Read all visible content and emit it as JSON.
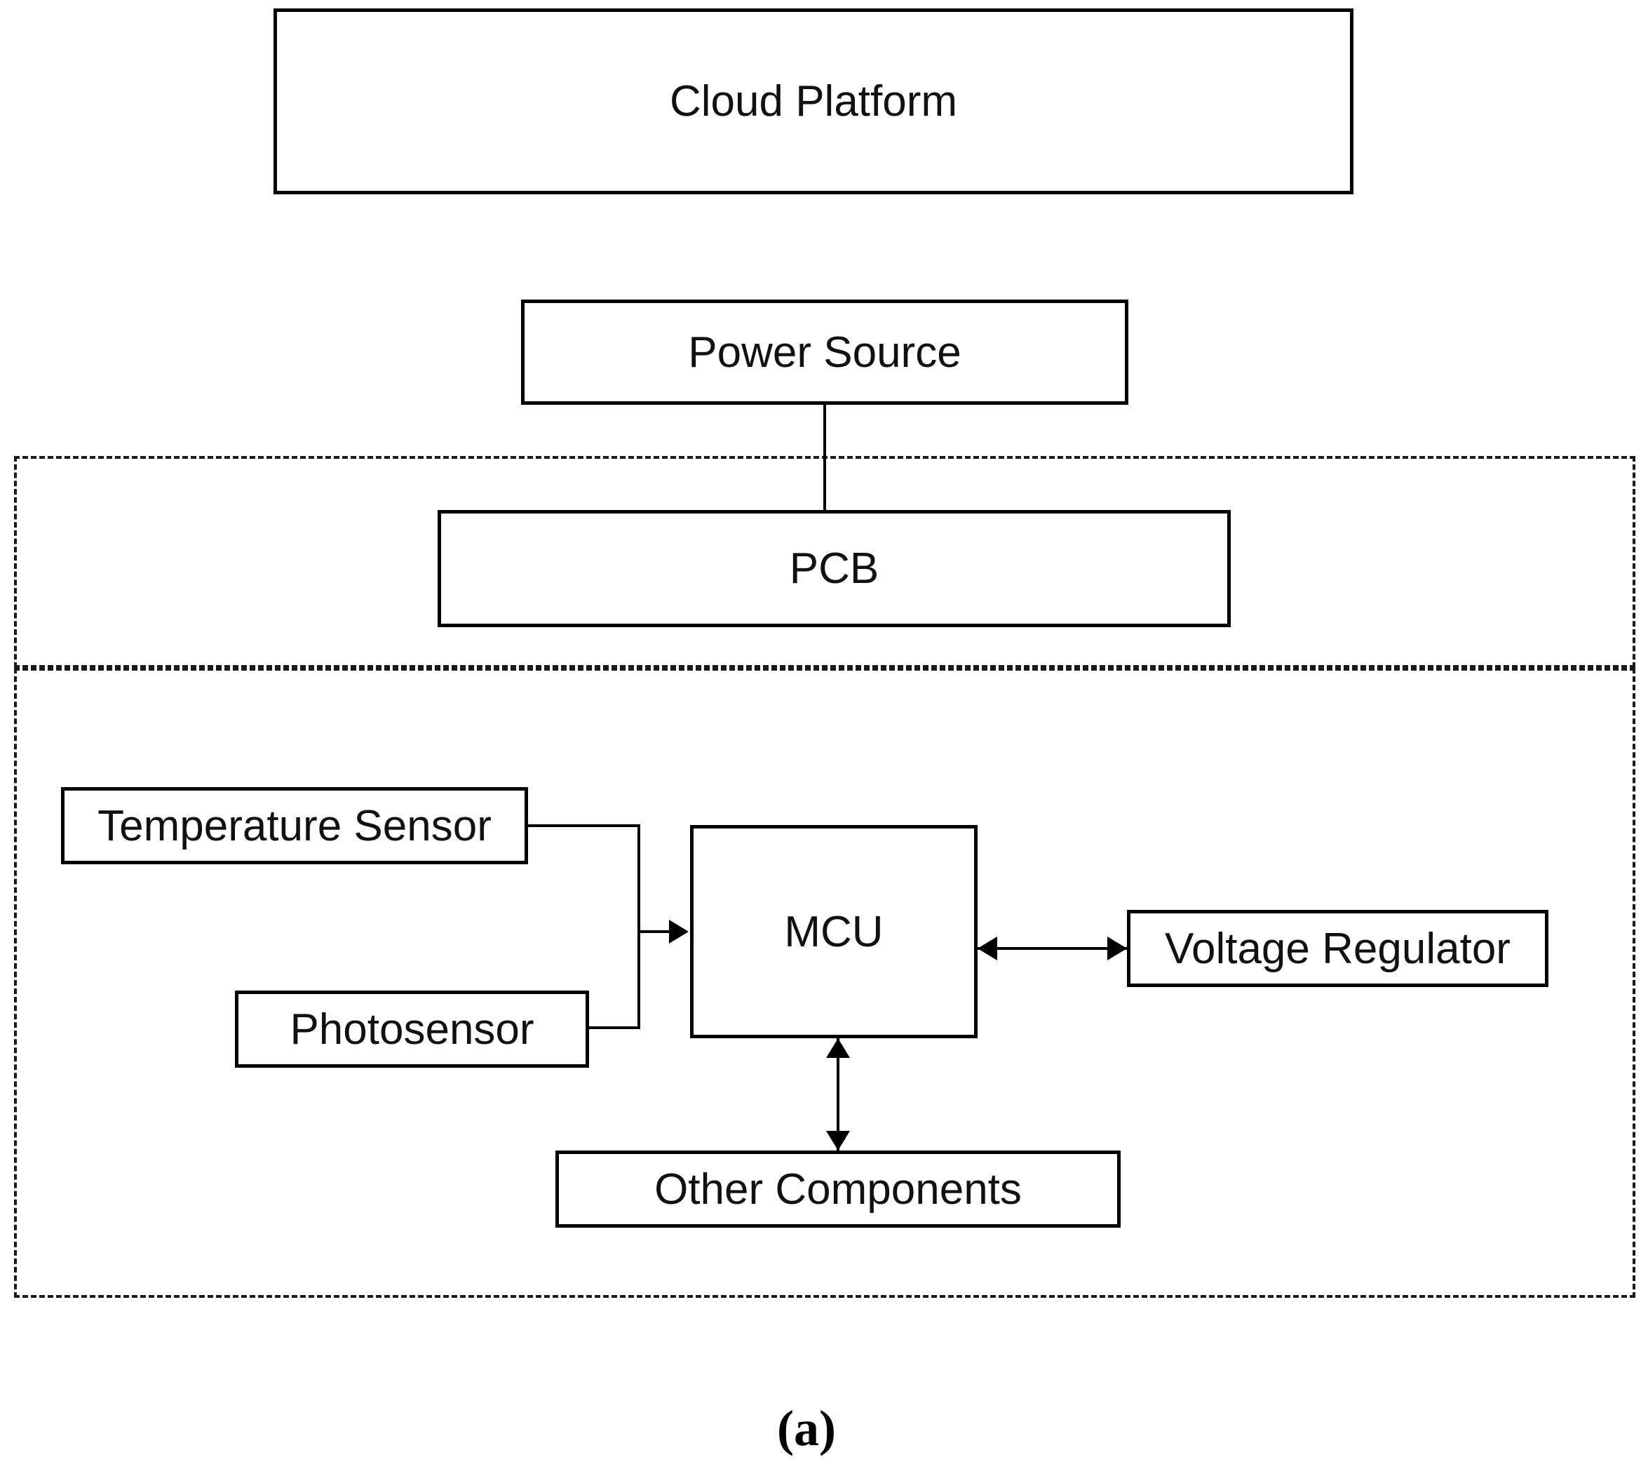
{
  "diagram": {
    "title_caption": "(a)",
    "blocks": {
      "cloud_platform": "Cloud Platform",
      "power_source": "Power Source",
      "pcb": "PCB",
      "temperature_sensor": "Temperature Sensor",
      "photosensor": "Photosensor",
      "mcu": "MCU",
      "voltage_regulator": "Voltage Regulator",
      "other_components": "Other Components"
    },
    "connections": [
      {
        "from": "Power Source",
        "to": "PCB",
        "type": "line"
      },
      {
        "from": "Temperature Sensor",
        "to": "MCU",
        "type": "arrow"
      },
      {
        "from": "Photosensor",
        "to": "MCU",
        "type": "arrow"
      },
      {
        "from": "MCU",
        "to": "Voltage Regulator",
        "type": "double-arrow"
      },
      {
        "from": "MCU",
        "to": "Other Components",
        "type": "double-arrow"
      }
    ],
    "regions": [
      {
        "name": "pcb-region",
        "style": "dashed"
      },
      {
        "name": "components-region",
        "style": "dashed"
      }
    ],
    "colors": {
      "stroke": "#000000",
      "background": "#ffffff",
      "dashed_stroke": "#1a1a1a"
    }
  }
}
